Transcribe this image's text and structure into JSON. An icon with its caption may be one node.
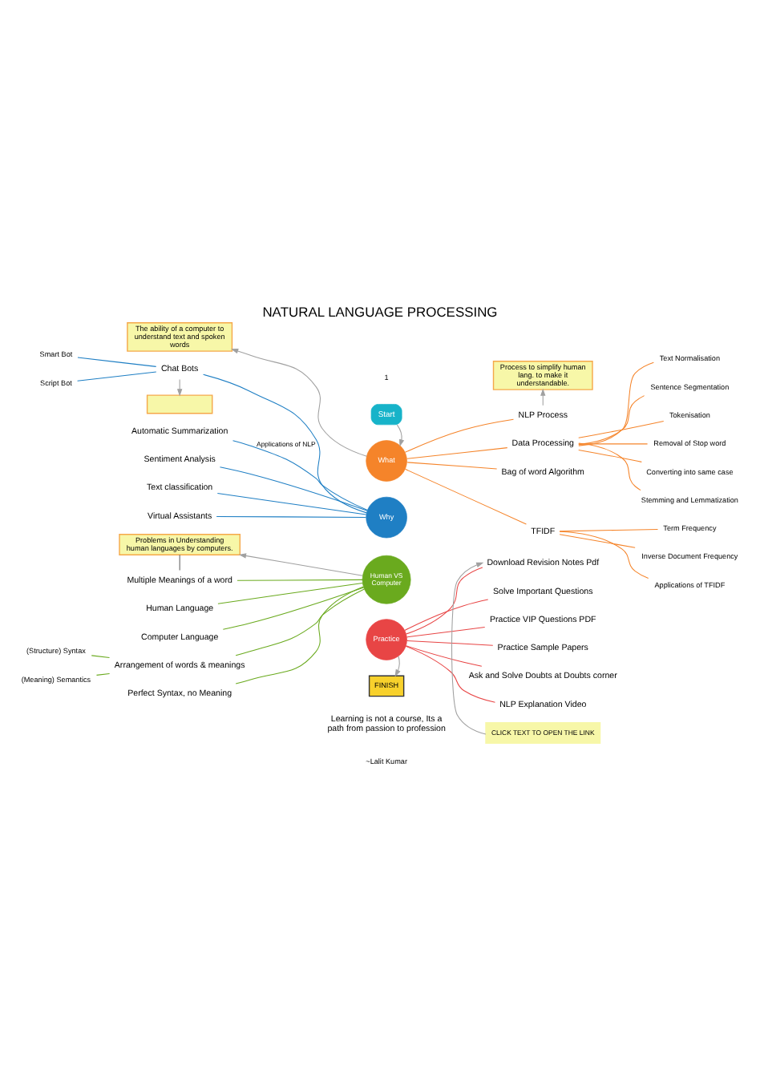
{
  "diagram": {
    "title": "NATURAL LANGUAGE PROCESSING",
    "nodes": [
      {
        "text": [
          "Start"
        ]
      },
      {
        "text": [
          "What"
        ]
      },
      {
        "text": [
          "Why"
        ]
      },
      {
        "text": [
          "Human VS Computer"
        ]
      },
      {
        "text": [
          "Practice"
        ]
      },
      {
        "text": [
          "FINISH"
        ]
      },
      {
        "text": [
          "The ability of a computer to understand text and spoken words"
        ]
      },
      {
        "text": [
          "Process to simplify human lang. to make it understandable."
        ]
      },
      {
        "text": [],
        "shape": "box"
      },
      {
        "text": [
          "Problems in Understanding human languages by computers."
        ]
      },
      {
        "text": [
          "CLICK TEXT TO OPEN THE LINK"
        ]
      },
      {
        "text": [
          "NLP Process"
        ]
      },
      {
        "text": [
          "Data Processing"
        ]
      },
      {
        "text": [
          "Text Normalisation"
        ]
      },
      {
        "text": [
          "Sentence Segmentation"
        ]
      },
      {
        "text": [
          "Tokenisation"
        ]
      },
      {
        "text": [
          "Removal of Stop word"
        ]
      },
      {
        "text": [
          "Converting into same case"
        ]
      },
      {
        "text": [
          "Stemming and Lemmatization"
        ]
      },
      {
        "text": [
          "Bag of word Algorithm"
        ]
      },
      {
        "text": [
          "TFIDF"
        ]
      },
      {
        "text": [
          "Term Frequency"
        ]
      },
      {
        "text": [
          "Inverse Document Frequency"
        ]
      },
      {
        "text": [
          "Applications of TFIDF"
        ]
      },
      {
        "text": [
          "Chat Bots"
        ]
      },
      {
        "text": [
          "Smart Bot"
        ]
      },
      {
        "text": [
          "Script Bot"
        ]
      },
      {
        "text": [
          "Automatic Summarization"
        ]
      },
      {
        "text": [
          "Sentiment Analysis"
        ]
      },
      {
        "text": [
          "Text classification"
        ]
      },
      {
        "text": [
          "Virtual Assistants"
        ]
      },
      {
        "text": [
          "Human Language"
        ]
      },
      {
        "text": [
          "Computer Language"
        ]
      },
      {
        "text": [
          "Arrangement of words & meanings"
        ]
      },
      {
        "text": [
          "(Structure) Syntax"
        ]
      },
      {
        "text": [
          "(Meaning) Semantics"
        ]
      },
      {
        "text": [
          "Multiple Meanings of a word"
        ]
      },
      {
        "text": [
          "Perfect Syntax, no Meaning"
        ]
      },
      {
        "text": [
          "Download Revision Notes Pdf"
        ]
      },
      {
        "text": [
          "Solve Important Questions"
        ]
      },
      {
        "text": [
          "Practice VIP Questions PDF"
        ]
      },
      {
        "text": [
          "Practice Sample Papers"
        ]
      },
      {
        "text": [
          "Ask and Solve Doubts at Doubts corner"
        ]
      },
      {
        "text": [
          "NLP Explanation Video"
        ]
      }
    ],
    "edges": [
      {
        "from": 0,
        "to": 1,
        "arrow": "to",
        "color": "#a0a0a0"
      },
      {
        "from": 1,
        "to": 6,
        "arrow": "to",
        "color": "#a0a0a0"
      },
      {
        "from": 11,
        "to": 7,
        "arrow": "to",
        "color": "#a0a0a0"
      },
      {
        "from": 1,
        "to": 11,
        "arrow": "none"
      },
      {
        "from": 1,
        "to": 12,
        "arrow": "none"
      },
      {
        "from": 12,
        "to": 13,
        "arrow": "none"
      },
      {
        "from": 12,
        "to": 14,
        "arrow": "none"
      },
      {
        "from": 12,
        "to": 15,
        "arrow": "none"
      },
      {
        "from": 12,
        "to": 16,
        "arrow": "none"
      },
      {
        "from": 12,
        "to": 17,
        "arrow": "none"
      },
      {
        "from": 12,
        "to": 18,
        "arrow": "none"
      },
      {
        "from": 1,
        "to": 19,
        "arrow": "none"
      },
      {
        "from": 1,
        "to": 20,
        "arrow": "none"
      },
      {
        "from": 20,
        "to": 21,
        "arrow": "none"
      },
      {
        "from": 20,
        "to": 22,
        "arrow": "none"
      },
      {
        "from": 20,
        "to": 23,
        "arrow": "none"
      },
      {
        "from": 24,
        "to": 8,
        "arrow": "to",
        "color": "#a0a0a0"
      },
      {
        "from": 24,
        "to": 2,
        "arrow": "none",
        "color": "#1f7fc4"
      },
      {
        "from": 25,
        "to": 24,
        "arrow": "none",
        "color": "#1f7fc4"
      },
      {
        "from": 26,
        "to": 24,
        "arrow": "none",
        "color": "#1f7fc4"
      },
      {
        "from": 27,
        "to": 2,
        "arrow": "none",
        "label": "Applications of NLP",
        "color": "#1f7fc4"
      },
      {
        "from": 28,
        "to": 2,
        "arrow": "none",
        "color": "#1f7fc4"
      },
      {
        "from": 29,
        "to": 2,
        "arrow": "none",
        "color": "#1f7fc4"
      },
      {
        "from": 30,
        "to": 2,
        "arrow": "none",
        "color": "#1f7fc4"
      },
      {
        "from": 3,
        "to": 9,
        "arrow": "to",
        "color": "#a0a0a0"
      },
      {
        "from": 9,
        "to": 36,
        "arrow": "none",
        "color": "#606060"
      },
      {
        "from": 31,
        "to": 3,
        "arrow": "none",
        "color": "#6aaa1e"
      },
      {
        "from": 32,
        "to": 3,
        "arrow": "none",
        "color": "#6aaa1e"
      },
      {
        "from": 33,
        "to": 3,
        "arrow": "none",
        "color": "#6aaa1e"
      },
      {
        "from": 34,
        "to": 33,
        "arrow": "none",
        "color": "#6aaa1e"
      },
      {
        "from": 35,
        "to": 33,
        "arrow": "none",
        "color": "#6aaa1e"
      },
      {
        "from": 36,
        "to": 3,
        "arrow": "none",
        "color": "#6aaa1e"
      },
      {
        "from": 37,
        "to": 3,
        "arrow": "none",
        "color": "#6aaa1e"
      },
      {
        "from": 10,
        "to": 38,
        "arrow": "to",
        "color": "#a0a0a0"
      },
      {
        "from": 4,
        "to": 38,
        "arrow": "none",
        "color": "#e84545"
      },
      {
        "from": 4,
        "to": 39,
        "arrow": "none",
        "color": "#e84545"
      },
      {
        "from": 4,
        "to": 40,
        "arrow": "none",
        "color": "#e84545"
      },
      {
        "from": 4,
        "to": 41,
        "arrow": "none",
        "color": "#e84545"
      },
      {
        "from": 4,
        "to": 42,
        "arrow": "none",
        "color": "#e84545"
      },
      {
        "from": 4,
        "to": 43,
        "arrow": "none",
        "color": "#e84545"
      },
      {
        "from": 4,
        "to": 5,
        "arrow": "to",
        "color": "#a0a0a0"
      }
    ],
    "labels": [
      "1",
      "Learning is not a course, Its a path from passion to profession",
      "~Lalit Kumar"
    ]
  }
}
